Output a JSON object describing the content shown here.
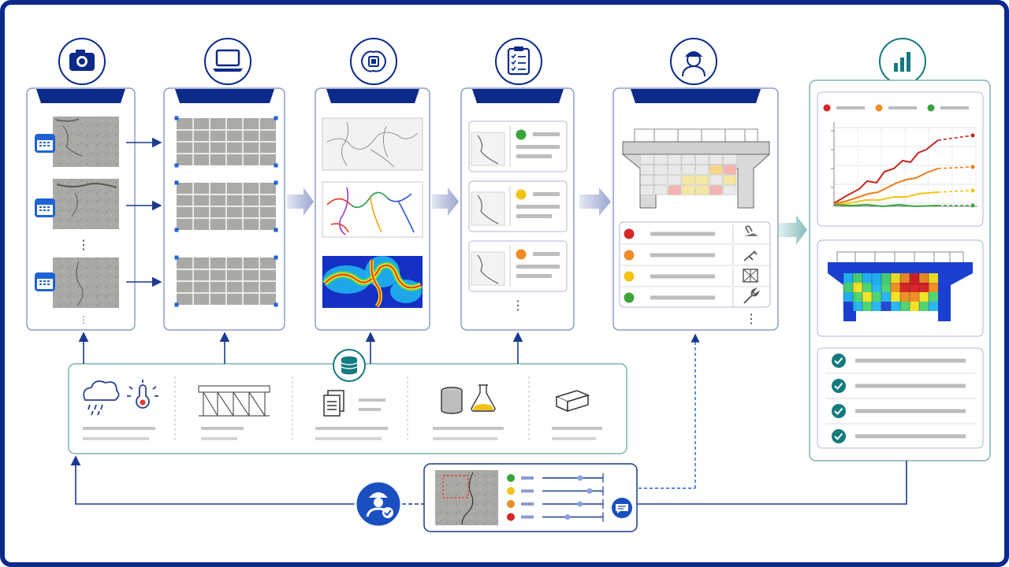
{
  "diagram": {
    "stages": [
      {
        "name": "image-acquisition",
        "icon": "camera-icon"
      },
      {
        "name": "image-tiling",
        "icon": "laptop-icon"
      },
      {
        "name": "ai-crack-detection",
        "icon": "ai-brain-chip-icon"
      },
      {
        "name": "crack-assessment",
        "icon": "clipboard-checklist-icon"
      },
      {
        "name": "expert-mapping",
        "icon": "engineer-icon"
      },
      {
        "name": "results-dashboard",
        "icon": "bar-chart-icon"
      }
    ],
    "severity_colors": {
      "red": "#d62828",
      "orange": "#f28c28",
      "yellow": "#f2c314",
      "green": "#3aa33a"
    },
    "colors": {
      "frame": "#0b2a8a",
      "panel_border": "#8e9dc9",
      "teal_border": "#7fb3b0",
      "accent_teal": "#137a7f",
      "arrow_blue": "#1a3a8f"
    },
    "context_sources": [
      {
        "icon": "rain-cloud-icon"
      },
      {
        "icon": "temperature-sun-icon"
      },
      {
        "icon": "structure-scaffold-icon"
      },
      {
        "icon": "documents-icon"
      },
      {
        "icon": "material-sample-icon"
      },
      {
        "icon": "lab-flask-icon"
      },
      {
        "icon": "book-icon"
      }
    ],
    "database_icon": "database-icon",
    "feedback_icons": [
      "inspector-approval-icon",
      "chat-bubble-icon"
    ],
    "crack_assessment_levels": [
      "green",
      "yellow",
      "orange"
    ],
    "priority_levels": [
      "red",
      "orange",
      "yellow",
      "green"
    ],
    "action_icons": [
      "trowel-icon",
      "injection-icon",
      "crack-stitch-icon",
      "wrench-icon"
    ],
    "chart_legend_colors": [
      "red",
      "orange",
      "green"
    ],
    "chart_series_colors": [
      "#c0281f",
      "#f07a1a",
      "#f2c314",
      "#3aa33a"
    ],
    "checklist_count": 4,
    "ellipsis": "⋮"
  }
}
